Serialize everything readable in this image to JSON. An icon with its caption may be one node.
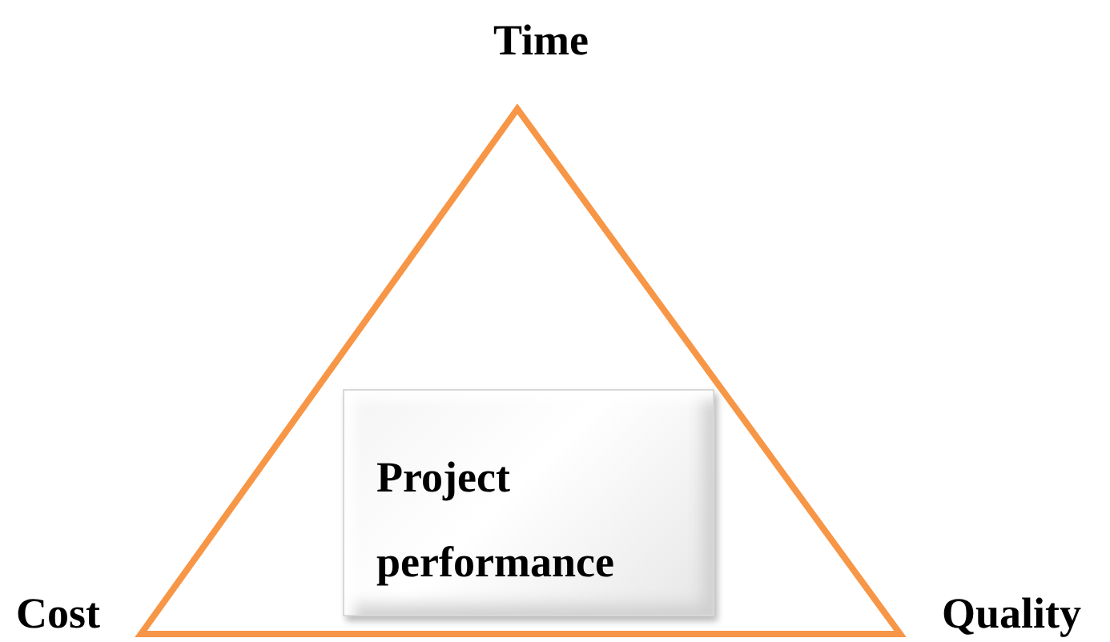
{
  "diagram": {
    "nodes": [
      {
        "text": [
          "Project performance"
        ]
      }
    ],
    "labels": [
      "Time",
      "Cost",
      "Quality"
    ]
  }
}
